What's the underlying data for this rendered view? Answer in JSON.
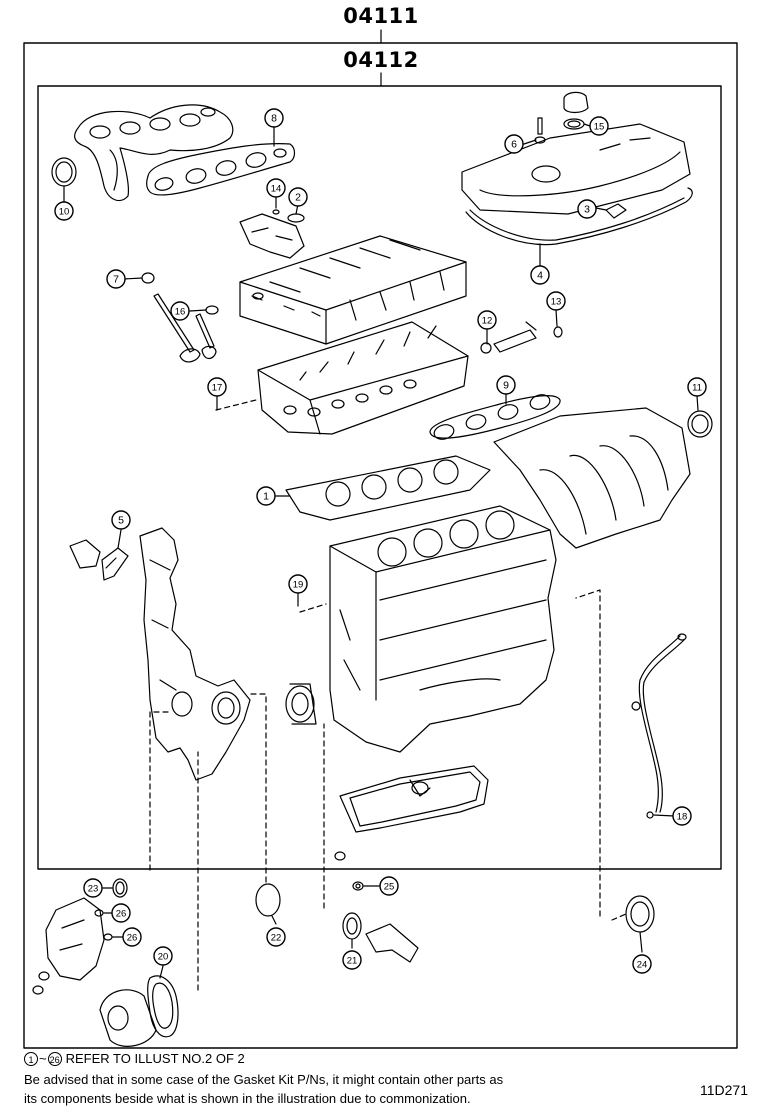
{
  "kit": {
    "outer_code": "04111",
    "inner_code": "04112"
  },
  "callouts": [
    {
      "num": "1"
    },
    {
      "num": "2"
    },
    {
      "num": "3"
    },
    {
      "num": "4"
    },
    {
      "num": "5"
    },
    {
      "num": "6"
    },
    {
      "num": "7"
    },
    {
      "num": "8"
    },
    {
      "num": "9"
    },
    {
      "num": "10"
    },
    {
      "num": "11"
    },
    {
      "num": "12"
    },
    {
      "num": "13"
    },
    {
      "num": "14"
    },
    {
      "num": "15"
    },
    {
      "num": "16"
    },
    {
      "num": "17"
    },
    {
      "num": "18"
    },
    {
      "num": "19"
    },
    {
      "num": "20"
    },
    {
      "num": "21"
    },
    {
      "num": "22"
    },
    {
      "num": "23"
    },
    {
      "num": "24"
    },
    {
      "num": "25"
    },
    {
      "num": "26"
    },
    {
      "num": "26"
    }
  ],
  "footer": {
    "ref_from": "1",
    "ref_tilde": "~",
    "ref_to": "26",
    "ref_text": "REFER TO ILLUST NO.2 OF 2",
    "note_line1": "Be advised that in some case of the Gasket Kit P/Ns,  it might contain other parts as",
    "note_line2": "its components beside what is shown in the illustration due to commonization.",
    "illustration_id": "11D271"
  }
}
